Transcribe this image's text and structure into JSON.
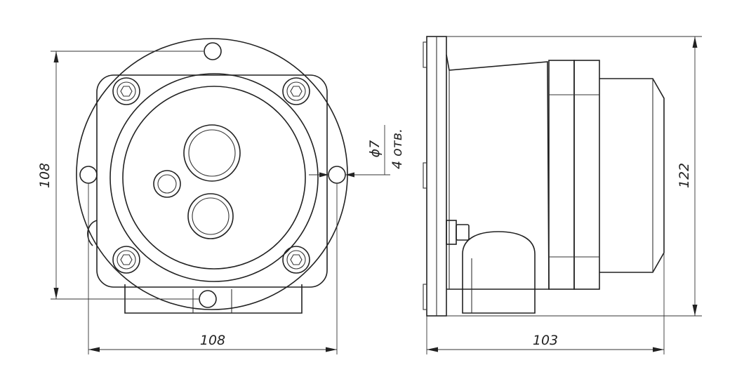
{
  "dimensions": {
    "front_height": "108",
    "front_width": "108",
    "hole_diameter": "ϕ7",
    "hole_count": "4 отв.",
    "side_height": "122",
    "side_depth": "103"
  }
}
